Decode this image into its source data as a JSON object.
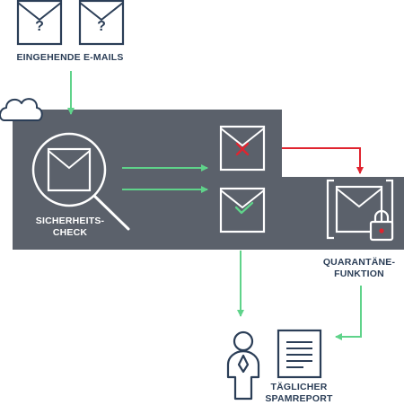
{
  "labels": {
    "incoming": "EINGEHENDE E-MAILS",
    "security_check": "SICHERHEITS-\nCHECK",
    "quarantine": "QUARANTÄNE-\nFUNKTION",
    "spam_report": "TÄGLICHER\nSPAMREPORT"
  },
  "unknown_mark": "?",
  "colors": {
    "navy": "#2b3e57",
    "panel": "#5b616b",
    "green": "#5fd38a",
    "red": "#e0242f",
    "white": "#ffffff"
  }
}
